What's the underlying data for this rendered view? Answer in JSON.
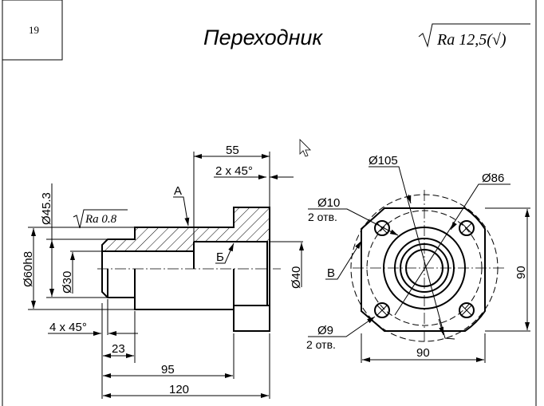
{
  "sheet": {
    "number": "19",
    "title": "Переходник",
    "roughness_general": "Ra 12,5(√)"
  },
  "side_view": {
    "labels": {
      "d60": "Ø60h8",
      "d45": "Ø45.3",
      "d30": "Ø30",
      "d40": "Ø40",
      "ra": "Ra 0.8",
      "a": "А",
      "b": "Б",
      "l55": "55",
      "ch2": "2 x 45°",
      "ch4": "4 x 45°",
      "l23": "23",
      "l95": "95",
      "l120": "120"
    }
  },
  "front_view": {
    "labels": {
      "d105": "Ø105",
      "d86": "Ø86",
      "d10": "Ø10",
      "holes1": "2 отв.",
      "d9": "Ø9",
      "holes2": "2 отв.",
      "v": "В",
      "w90": "90",
      "h90": "90"
    }
  }
}
